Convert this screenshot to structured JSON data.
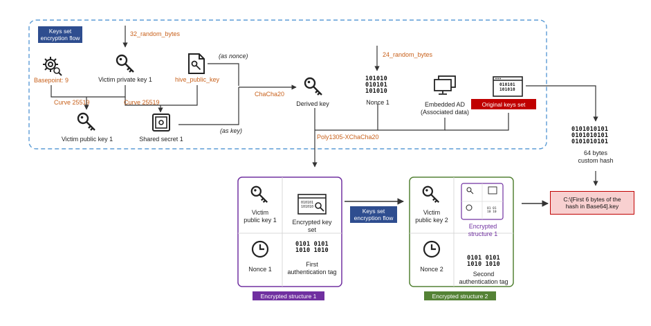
{
  "top_group": {
    "title": "Keys set\nencryption flow",
    "random32": "32_random_bytes",
    "random24": "24_random_bytes",
    "basepoint": "Basepoint: 9",
    "victim_private_key": "Victim private key 1",
    "hive_public_key": "hive_public_key",
    "as_nonce": "(as nonce)",
    "as_key": "(as key)",
    "chacha": "ChaCha20",
    "derived_key": "Derived key",
    "nonce1": "Nonce 1",
    "embedded_ad": "Embedded AD\n(Associated data)",
    "original_keys_set": "Original keys set",
    "curve_a": "Curve 25519",
    "curve_b": "Curve 25519",
    "victim_public_key": "Victim public key 1",
    "shared_secret": "Shared secret 1",
    "poly": "Poly1305-XChaCha20"
  },
  "hash": {
    "bits": "0101010101\n0101010101\n0101010101",
    "label": "64 bytes\ncustom hash"
  },
  "output_file": {
    "label": "C:\\[First 6 bytes of the\nhash in Base64].key"
  },
  "structure1": {
    "victim_public_key": "Victim\npublic key 1",
    "encrypted_key_set": "Encrypted key\nset",
    "nonce": "Nonce 1",
    "tag": "First\nauthentication tag",
    "tag_bits": "0101 0101\n1010 1010",
    "caption": "Encrypted structure 1"
  },
  "middle_flow": {
    "label": "Keys set\nencryption flow"
  },
  "structure2": {
    "victim_public_key": "Victim\npublic key 2",
    "encrypted_structure": "Encrypted\nstructure 1",
    "nonce": "Nonce 2",
    "tag": "Second\nauthentication tag",
    "tag_bits": "0101 0101\n1010 1010",
    "caption": "Encrypted structure 2"
  },
  "nonce_bits": "101010\n010101\n101010",
  "orig_bits": "010101\n101010",
  "colors": {
    "dashed_border": "#5b9bd5",
    "navy_badge": "#2e4d8f",
    "orange_text": "#c8601a",
    "red_badge": "#c00000",
    "purple": "#7030a0",
    "green": "#548235",
    "output_fill": "#f8d0d0",
    "output_border": "#c00000"
  }
}
